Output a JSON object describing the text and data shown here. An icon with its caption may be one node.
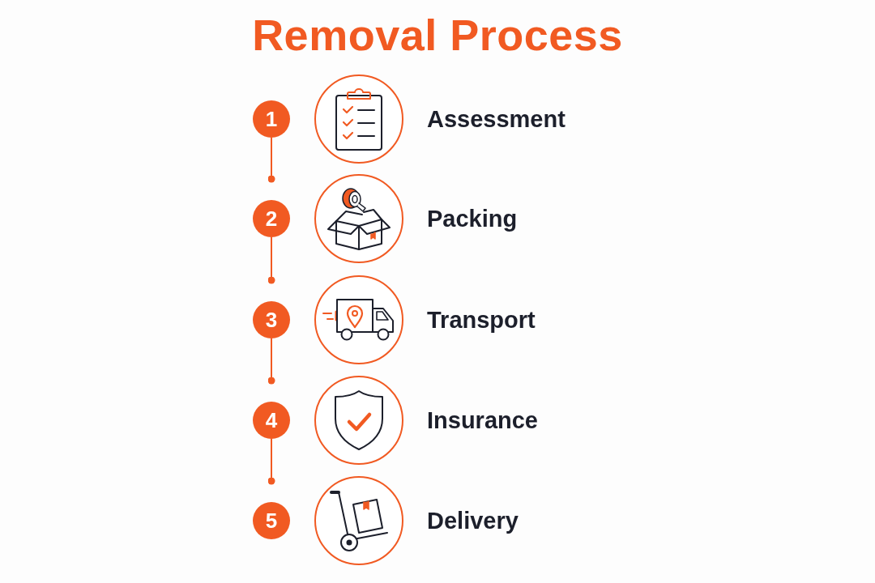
{
  "diagram": {
    "title": "Removal Process",
    "nodes": [
      {
        "text": [
          "1"
        ]
      },
      {
        "text": [],
        "shape": "circle",
        "beside": [
          "Assessment"
        ]
      },
      {
        "text": [
          "2"
        ]
      },
      {
        "text": [],
        "shape": "circle",
        "beside": [
          "Packing"
        ]
      },
      {
        "text": [
          "3"
        ]
      },
      {
        "text": [],
        "shape": "circle",
        "beside": [
          "Transport"
        ]
      },
      {
        "text": [
          "4"
        ]
      },
      {
        "text": [],
        "shape": "circle",
        "beside": [
          "Insurance"
        ]
      },
      {
        "text": [
          "5"
        ]
      },
      {
        "text": [],
        "shape": "circle",
        "beside": [
          "Delivery"
        ]
      }
    ],
    "edges": [
      {
        "from": 0,
        "to": 2,
        "arrow": "other"
      },
      {
        "from": 2,
        "to": 4,
        "arrow": "other"
      },
      {
        "from": 4,
        "to": 6,
        "arrow": "other"
      },
      {
        "from": 6,
        "to": 8,
        "arrow": "other"
      }
    ]
  }
}
